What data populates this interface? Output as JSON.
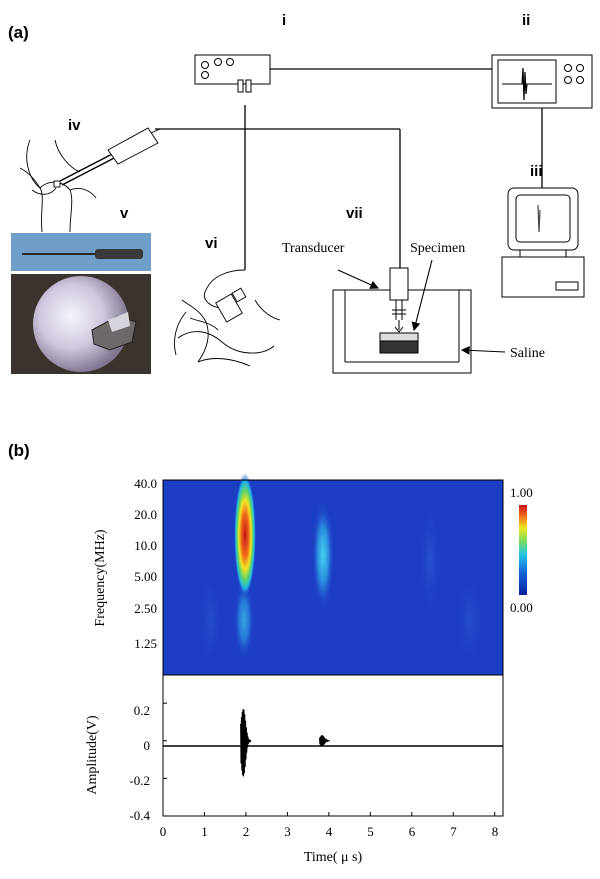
{
  "panels": {
    "a": "(a)",
    "b": "(b)"
  },
  "labels": {
    "i": "i",
    "ii": "ii",
    "iii": "iii",
    "iv": "iv",
    "v": "v",
    "vi": "vi",
    "vii": "vii"
  },
  "annotations": {
    "transducer": "Transducer",
    "specimen": "Specimen",
    "saline": "Saline"
  },
  "colorbar": {
    "max": "1.00",
    "min": "0.00"
  },
  "colors": {
    "spectrogram_bg": "#1c3ec4",
    "arthro_bg": "#3b332e",
    "probe_bg": "#6f9ec9"
  },
  "chart_data": [
    {
      "type": "heatmap",
      "title": "",
      "xlabel": "",
      "ylabel": "Frequency(MHz)",
      "y_tick_labels": [
        "40.0",
        "20.0",
        "10.0",
        "5.00",
        "2.50",
        "1.25"
      ],
      "y_scale": "log",
      "xlim": [
        0,
        8.2
      ],
      "colorbar": {
        "min": 0.0,
        "max": 1.0,
        "labels": [
          "1.00",
          "0.00"
        ]
      },
      "blobs": [
        {
          "time_us": 2.0,
          "freq_range_mhz": [
            4.5,
            40.0
          ],
          "peak_freq_mhz": 12.0,
          "peak_intensity": 1.0
        },
        {
          "time_us": 3.9,
          "freq_range_mhz": [
            4.5,
            20.0
          ],
          "peak_freq_mhz": 10.0,
          "peak_intensity": 0.45
        }
      ]
    },
    {
      "type": "line",
      "title": "",
      "xlabel": "Time( μ s)",
      "ylabel": "Amplitude(V)",
      "x_ticks": [
        0,
        1,
        2,
        3,
        4,
        5,
        6,
        7,
        8
      ],
      "x_tick_labels": [
        "0",
        "1",
        "2",
        "3",
        "4",
        "5",
        "6",
        "7",
        "8"
      ],
      "y_ticks": [
        0.2,
        0,
        -0.2,
        -0.4
      ],
      "y_tick_labels": [
        "0.2",
        "0",
        "-0.2",
        "-0.4"
      ],
      "xlim": [
        0,
        8.2
      ],
      "ylim": [
        -0.4,
        0.35
      ],
      "bursts": [
        {
          "time_us": 2.0,
          "max_v": 0.17,
          "min_v": -0.19,
          "duration_us": 0.25
        },
        {
          "time_us": 3.9,
          "max_v": 0.03,
          "min_v": -0.03,
          "duration_us": 0.25
        }
      ]
    }
  ]
}
